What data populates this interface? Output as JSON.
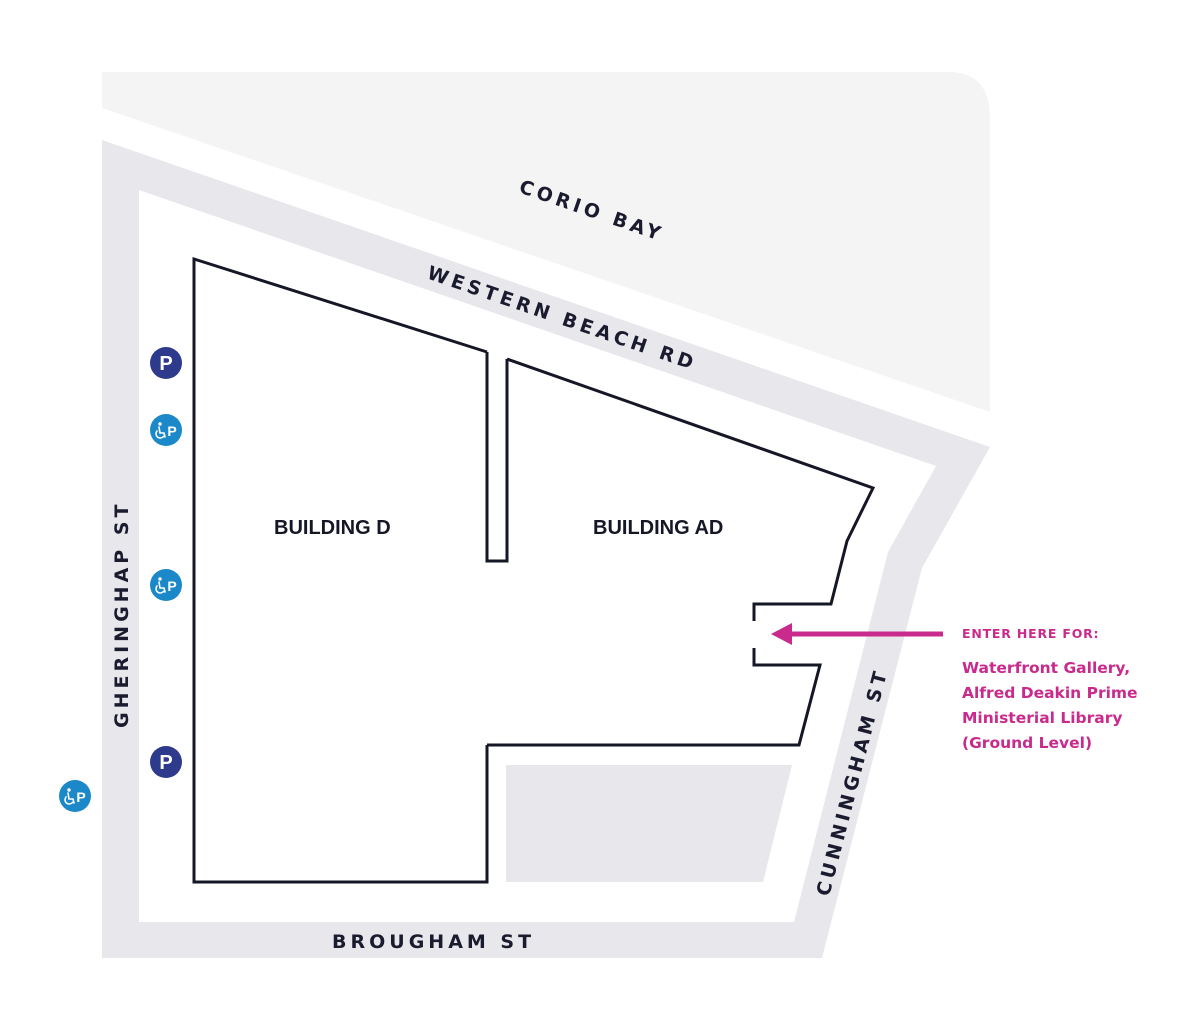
{
  "colors": {
    "water": "#f4f4f5",
    "road": "#e8e8ec",
    "building_outline": "#151726",
    "parking_badge": "#2e3a8c",
    "accessible_parking_badge": "#1a88c9",
    "entry_accent": "#c92a8c"
  },
  "labels": {
    "bay": "CORIO BAY",
    "street_north": "WESTERN BEACH RD",
    "street_west": "GHERINGHAP ST",
    "street_south": "BROUGHAM ST",
    "street_east": "CUNNINGHAM ST",
    "building_west": "BUILDING D",
    "building_east": "BUILDING AD"
  },
  "parking": {
    "standard_symbol": "P",
    "accessible_symbol": "P",
    "accessible_icon": "wheelchair-icon"
  },
  "entry": {
    "heading": "ENTER HERE FOR:",
    "destination_lines": [
      "Waterfront Gallery,",
      "Alfred Deakin Prime",
      "Ministerial Library",
      "(Ground Level)"
    ],
    "pointer_icon": "arrow-left-icon"
  }
}
